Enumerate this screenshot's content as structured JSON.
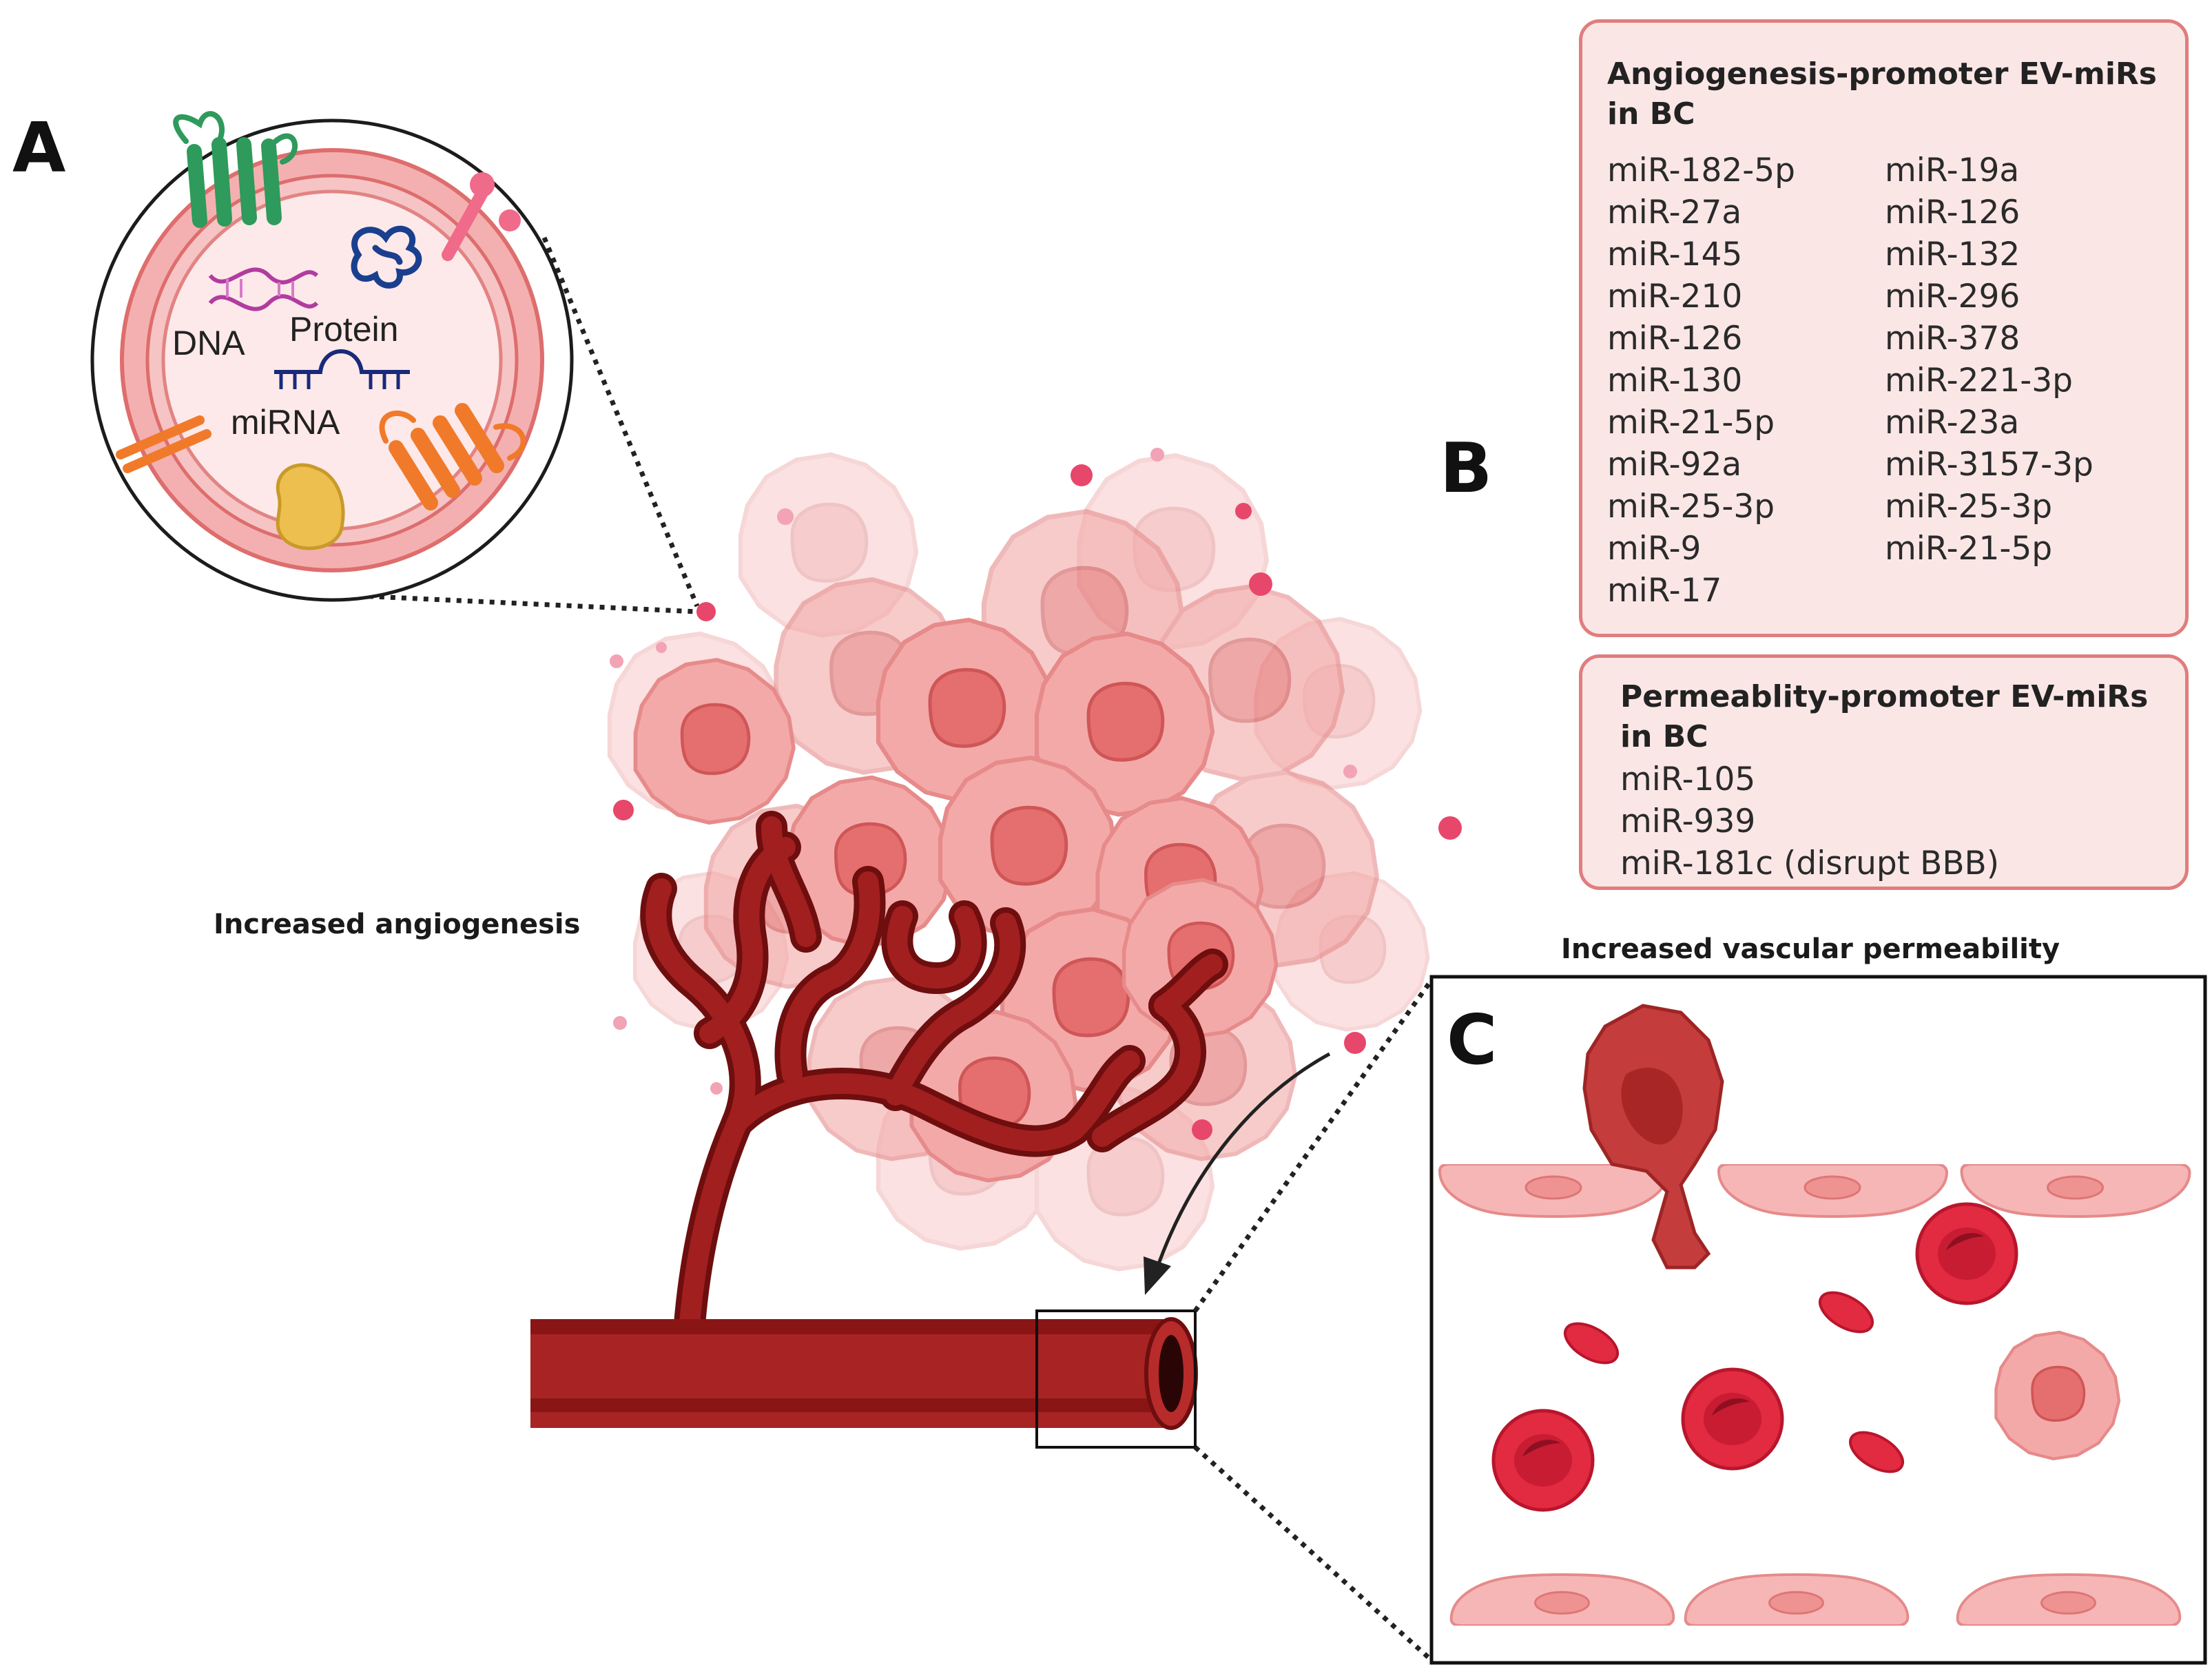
{
  "panels": {
    "a_label": "A",
    "b_label": "B",
    "c_label": "C"
  },
  "vesicle": {
    "dna_label": "DNA",
    "protein_label": "Protein",
    "mirna_label": "miRNA"
  },
  "captions": {
    "angiogenesis": "Increased angiogenesis",
    "permeability": "Increased vascular permeability"
  },
  "angiogenesis_box": {
    "title": "Angiogenesis-promoter EV-miRs in BC",
    "column_1": [
      "miR-182-5p",
      "miR-27a",
      "miR-145",
      "miR-210",
      "miR-126",
      "miR-130",
      "miR-21-5p",
      "miR-92a",
      "miR-25-3p",
      "miR-9",
      "miR-17"
    ],
    "column_2": [
      "miR-19a",
      "miR-126",
      "miR-132",
      "miR-296",
      "miR-378",
      "miR-221-3p",
      "miR-23a",
      "miR-3157-3p",
      "miR-25-3p",
      "miR-21-5p"
    ]
  },
  "permeability_box": {
    "title": "Permeablity-promoter EV-miRs in BC",
    "items": [
      "miR-105",
      "miR-939",
      "miR-181c (disrupt BBB)"
    ]
  },
  "colors": {
    "vessel": "#9b1b1b",
    "vessel_dark": "#6e0e0e",
    "tumor_cell": "#f2a3a3",
    "box_fill": "#fbe6e6",
    "box_border": "#e07d7d",
    "rbc": "#d8203c",
    "endothelium": "#f7b8b8"
  },
  "icons": [
    "extracellular-vesicle-icon",
    "dna-icon",
    "protein-icon",
    "mirna-icon",
    "membrane-receptor-icon",
    "tumor-cell-icon",
    "blood-vessel-icon",
    "red-blood-cell-icon",
    "endothelial-cell-icon"
  ]
}
